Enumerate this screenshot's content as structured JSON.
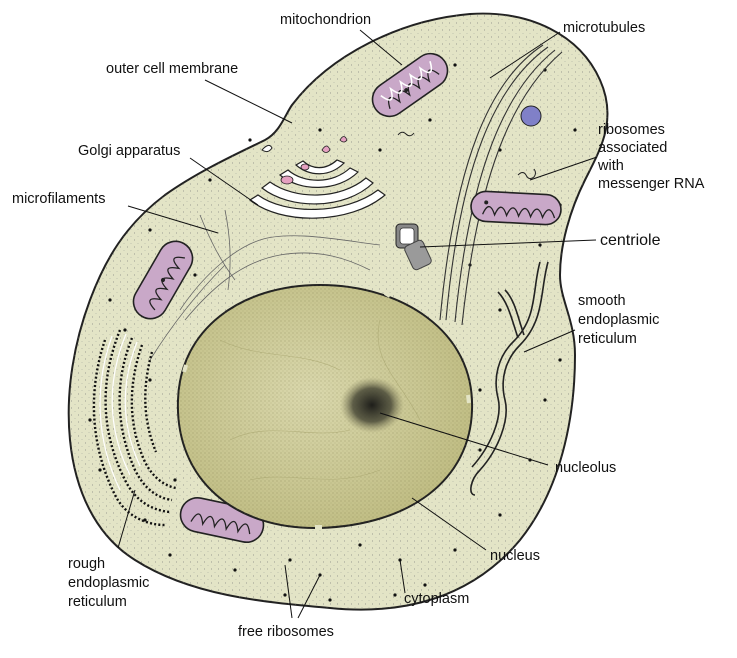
{
  "colors": {
    "cytoplasm": "#e3e4c6",
    "nucleus": "#cdcb98",
    "nucleolus": "#3a3a30",
    "mitochondrion": "#c9a8c8",
    "golgi_pink": "#e4a0c0",
    "vesicle_blue": "#8080c8",
    "outline": "#222222"
  },
  "labels": {
    "mitochondrion": "mitochondrion",
    "microtubules": "microtubules",
    "outer_cell_membrane": "outer cell membrane",
    "ribosomes_rna": [
      "ribosomes",
      "associated",
      "with",
      "messenger RNA"
    ],
    "golgi": "Golgi apparatus",
    "microfilaments": "microfilaments",
    "centriole": "centriole",
    "smooth_er": [
      "smooth",
      "endoplasmic",
      "reticulum"
    ],
    "nucleolus": "nucleolus",
    "rough_er": [
      "rough",
      "endoplasmic",
      "reticulum"
    ],
    "nucleus": "nucleus",
    "cytoplasm": "cytoplasm",
    "free_ribosomes": "free ribosomes"
  }
}
